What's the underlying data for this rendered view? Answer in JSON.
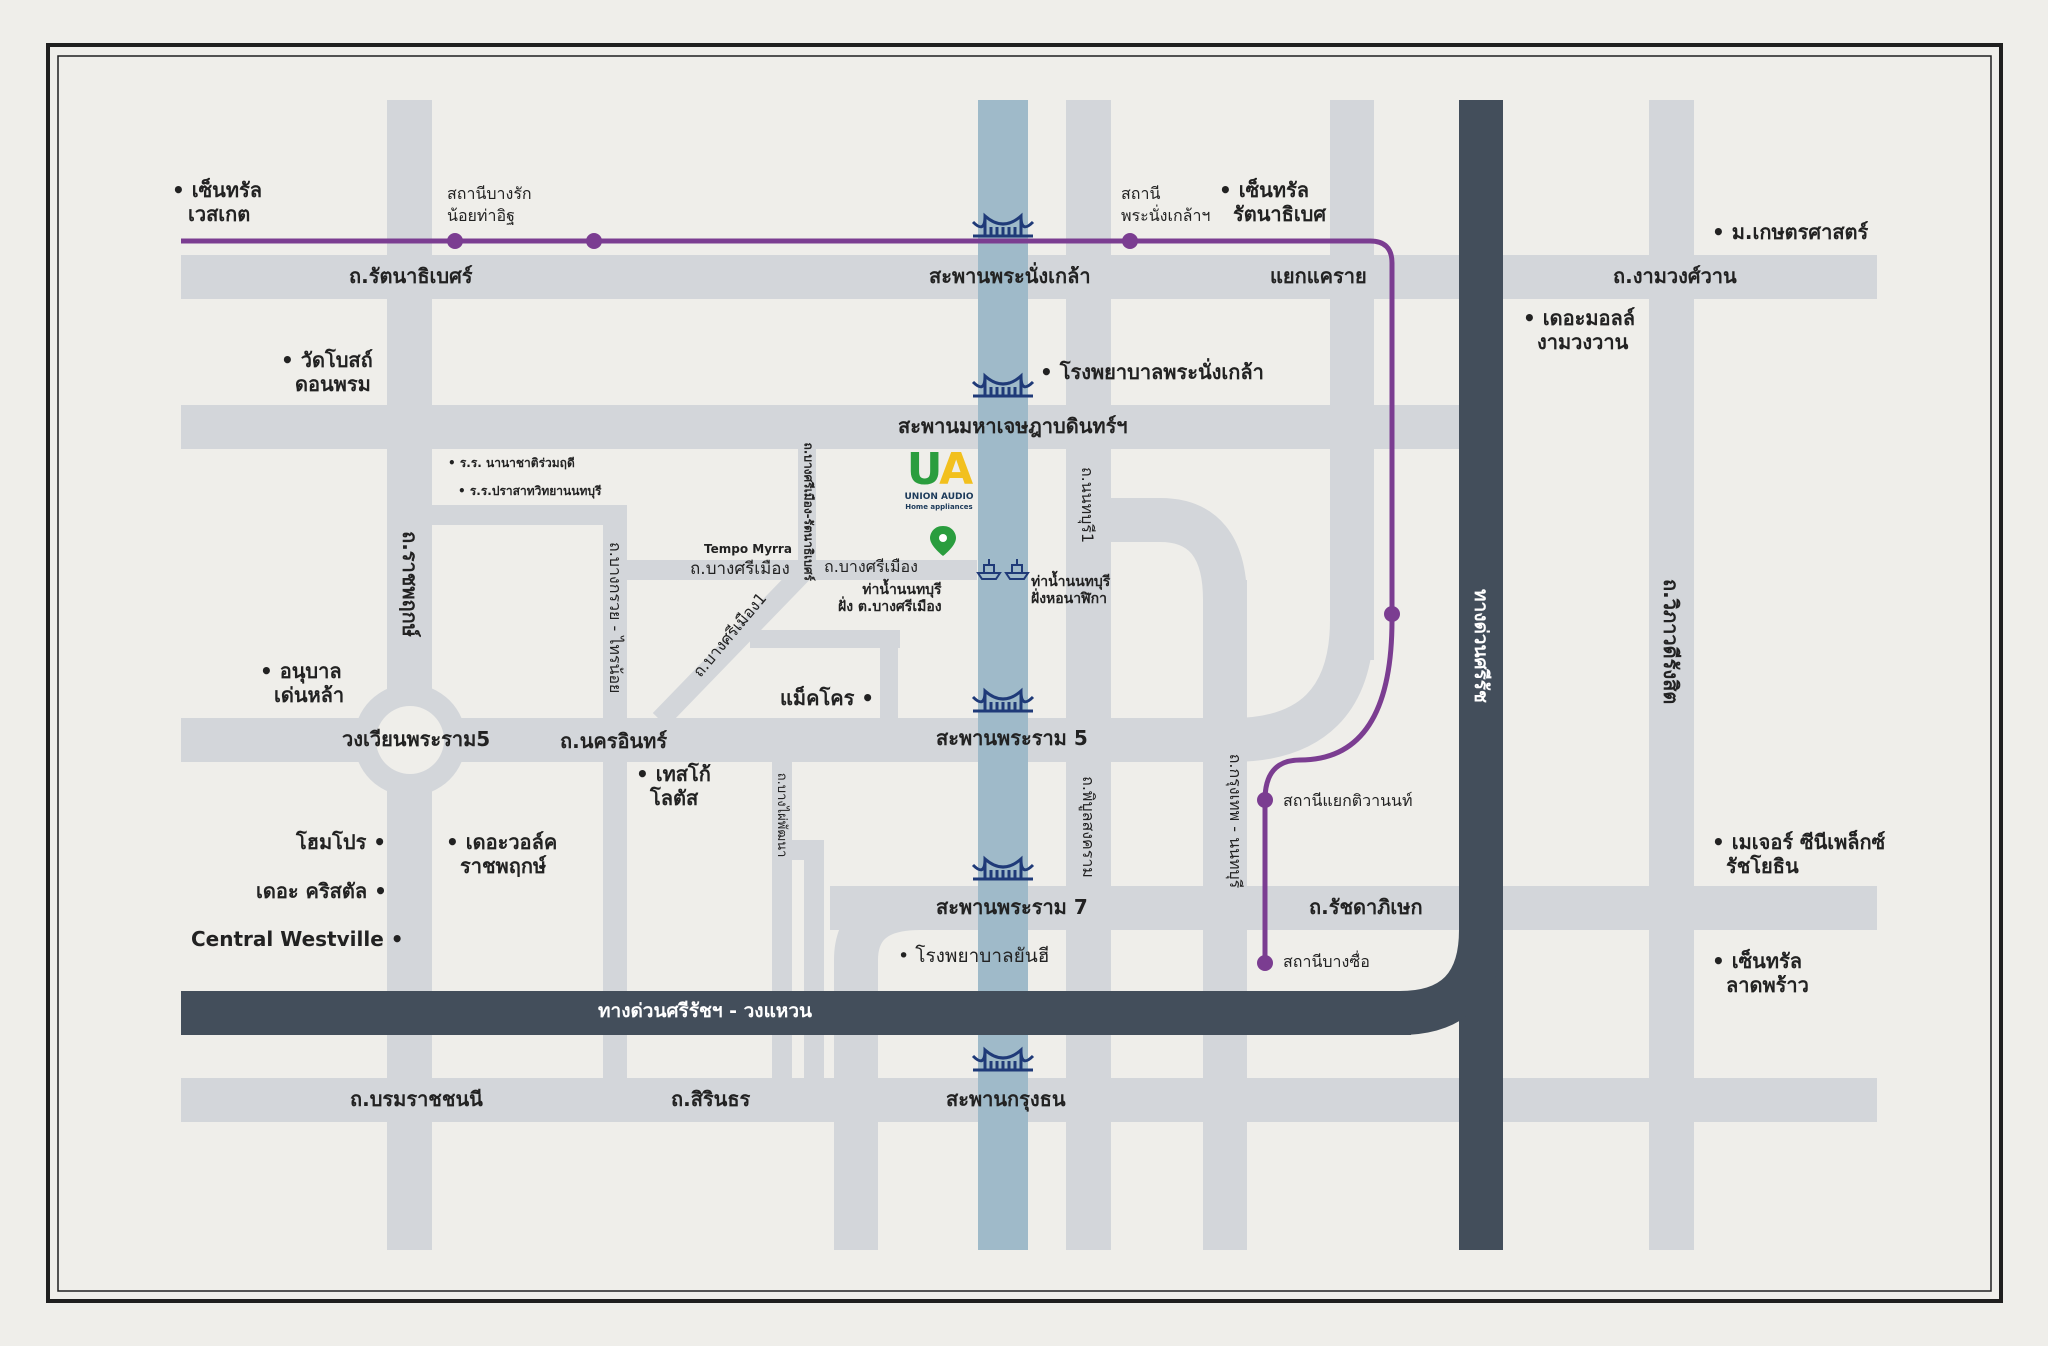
{
  "colors": {
    "background": "#efeeea",
    "frame": "#1f1f1f",
    "road": "#d3d6da",
    "river": "#9fbac9",
    "expressway": "#434e5b",
    "purple_line": "#7b3d91",
    "bridge_icon": "#1f3a78",
    "pin": "#2a9d3e"
  },
  "icons": {
    "bridge": "bridge-icon",
    "boat": "boat-icon",
    "pin": "map-pin-icon",
    "station": "station-dot-icon"
  },
  "logo": {
    "letter_u": "U",
    "letter_a": "A",
    "name": "UNION AUDIO",
    "tagline": "Home appliances"
  },
  "roads": {
    "rattanathibet": "ถ.รัตนาธิเบศร์",
    "bridge_nangklao": "สะพานพระนั่งเกล้า",
    "khae_rai": "แยกแคราย",
    "ngam_wong_wan": "ถ.งามวงศ์วาน",
    "bridge_maha_chesada": "สะพานมหาเจษฎาบดินทร์ฯ",
    "bang_si_mueang_west": "ถ.บางศรีเมือง",
    "bang_si_mueang_east": "ถ.บางศรีเมือง",
    "bang_si_mueang_1": "ถ.บางศรีเมือง1",
    "bang_si_mueang_rattanathibet": "ถ.บางศรีเมือง-รัตนาธิเบศร์",
    "bang_kruai_sai_noi": "ถ.บางกรวย - ไทรน้อย",
    "ratchaphruek": "ถ.ราชพฤกษ์",
    "nonthaburi_1": "ถ.นนทบุรี1",
    "pho_nimit": "ถ.บางไผ่พัฒนา",
    "phibun_songkhram": "ถ.พิบูลสงคราม",
    "krung_thep_nonthaburi": "ถ.กรุงเทพ - นนทบุรี",
    "wong_wian_rama5": "วงเวียนพระราม5",
    "nakhon_in": "ถ.นครอินทร์",
    "bridge_rama5": "สะพานพระราม 5",
    "bridge_rama7": "สะพานพระราม 7",
    "ratchadaphisek": "ถ.รัชดาภิเษก",
    "expressway_sirirat_wongwaen": "ทางด่วนศรีรัชฯ - วงแหวน",
    "expressway_sirirat": "ทางด่วนศรีรัช",
    "vibhavadi": "ถ.วิภาวดีรังสิต",
    "borommaratchachonnani": "ถ.บรมราชชนนี",
    "sirindhorn": "ถ.สิรินธร",
    "bridge_krung_thon": "สะพานกรุงธน"
  },
  "stations": {
    "bang_rak_noi": [
      "สถานีบางรัก",
      "น้อยท่าอิฐ"
    ],
    "phra_nang_klao": [
      "สถานี",
      "พระนั่งเกล้าฯ"
    ],
    "yaek_tiwanon": "สถานีแยกติวานนท์",
    "bang_sue": "สถานีบางซื่อ"
  },
  "places": {
    "central_westgate": [
      "• เซ็นทรัล",
      "เวสเกต"
    ],
    "central_rattanathibet": [
      "• เซ็นทรัล",
      "รัตนาธิเบศ"
    ],
    "kasetsart": "• ม.เกษตรศาสตร์",
    "the_mall_ngamwongwan": [
      "• เดอะมอลล์",
      "งามวงวาน"
    ],
    "wat_bo_don_phrom": [
      "• วัดโบสถ์",
      "ดอนพรม"
    ],
    "phra_nang_klao_hospital": "• โรงพยาบาลพระนั่งเกล้า",
    "school_international": "• ร.ร. นานาชาติร่วมฤดี",
    "school_prasat": "• ร.ร.ปราสาทวิทยานนทบุรี",
    "tempo_myrra": "Tempo Myrra",
    "pier_bang_si_mueang": [
      "ท่าน้ำนนทบุรี",
      "ฝั่ง ต.บางศรีเมือง"
    ],
    "pier_nonthaburi": [
      "ท่าน้ำนนทบุรี",
      "ฝั่งหอนาฬิกา"
    ],
    "kindergarten": [
      "• อนุบาล",
      "เด่นหล้า"
    ],
    "makro": "แม็คโคร •",
    "tesco_lotus": [
      "• เทสโก้",
      "โลตัส"
    ],
    "homepro": "โฮมโปร •",
    "the_walk": [
      "• เดอะวอล์ค",
      "ราชพฤกษ์"
    ],
    "the_crystal": "เดอะ คริสตัล •",
    "central_westville": "Central Westville •",
    "yanhee_hospital": "• โรงพยาบาลยันฮี",
    "major_ratchayothin": [
      "• เมเจอร์ ซีนีเพล็กซ์",
      "รัชโยธิน"
    ],
    "central_ladprao": [
      "• เซ็นทรัล",
      "ลาดพร้าว"
    ]
  }
}
